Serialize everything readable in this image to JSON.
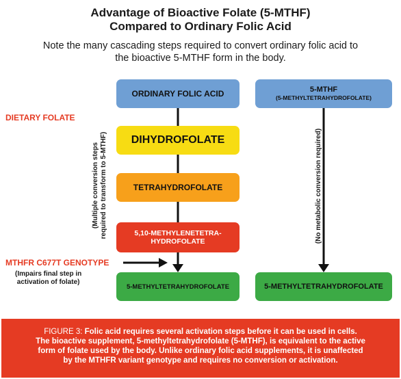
{
  "header": {
    "title_line1": "Advantage of Bioactive Folate (5-MTHF)",
    "title_line2": "Compared to Ordinary Folic Acid",
    "subtitle_line1": "Note the many cascading steps required to convert ordinary folic acid to",
    "subtitle_line2": "the bioactive 5-MTHF form in the body."
  },
  "left_chain": {
    "ordinary_folic_acid": "ORDINARY FOLIC ACID",
    "dihydrofolate": "DIHYDROFOLATE",
    "tetrahydrofolate": "TETRAHYDROFOLATE",
    "methylene_line1": "5,10-METHYLENETETRA-",
    "methylene_line2": "HYDROFOLATE",
    "result": "5-METHYLTETRAHYDROFOLATE",
    "side_note_line1": "(Multiple conversion steps",
    "side_note_line2": "required to transform to 5-MTHF)"
  },
  "right_chain": {
    "top_line1": "5-MTHF",
    "top_line2": "(5-METHYLTETRAHYDROFOLATE)",
    "result": "5-METHYLTETRAHYDROFOLATE",
    "side_note": "(No metabolic conversion required)"
  },
  "labels": {
    "dietary_folate": "DIETARY FOLATE",
    "mthfr_genotype": "MTHFR C677T GENOTYPE",
    "impairs_line1": "(Impairs final step in",
    "impairs_line2": "activation of folate)"
  },
  "caption": {
    "figure_label": "FIGURE 3:",
    "line1": "Folic acid requires several activation steps before it can be used in cells.",
    "line2": "The bioactive supplement, 5-methyltetrahydrofolate (5-MTHF), is equivalent to the active",
    "line3": "form of folate used by the body. Unlike ordinary folic acid supplements, it is unaffected",
    "line4": "by the MTHFR variant genotype and requires no conversion or activation."
  },
  "colors": {
    "blue": "#6f9fd4",
    "yellow": "#f7dc13",
    "orange": "#f7a01b",
    "red": "#e53b23",
    "green": "#3caa45"
  }
}
